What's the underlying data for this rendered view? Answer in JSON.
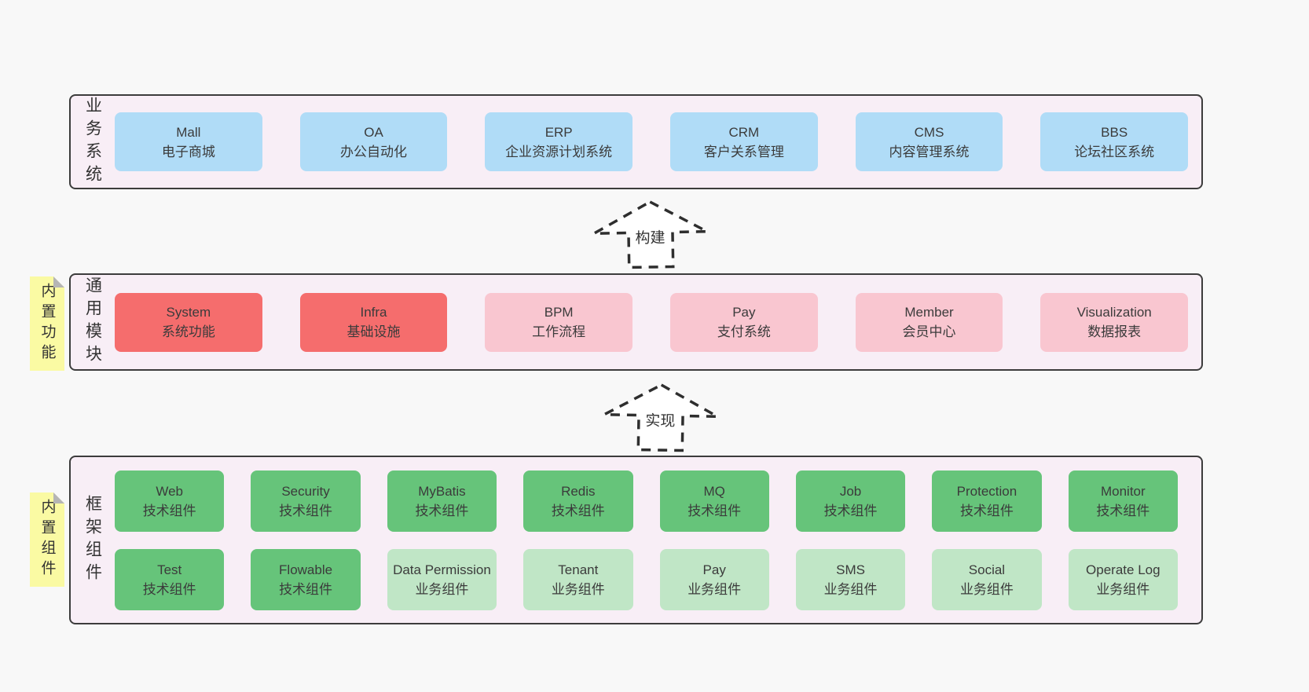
{
  "colors": {
    "page_bg": "#f8f8f8",
    "panel_bg": "#f8eef6",
    "panel_border": "#3c3c3c",
    "blue_box": "#b0dcf7",
    "red_box": "#f56d6d",
    "pink_box": "#f9c6d0",
    "green_box": "#66c47a",
    "green_light_box": "#c0e6c6",
    "note_yellow": "#fafaa3",
    "text": "#3b3b3b"
  },
  "arrows": [
    {
      "label": "构建"
    },
    {
      "label": "实现"
    }
  ],
  "notes": [
    {
      "text": "内置功能"
    },
    {
      "text": "内置组件"
    }
  ],
  "bands": [
    {
      "name": "业务系统",
      "boxes": [
        {
          "title": "Mall",
          "subtitle": "电子商城"
        },
        {
          "title": "OA",
          "subtitle": "办公自动化"
        },
        {
          "title": "ERP",
          "subtitle": "企业资源计划系统"
        },
        {
          "title": "CRM",
          "subtitle": "客户关系管理"
        },
        {
          "title": "CMS",
          "subtitle": "内容管理系统"
        },
        {
          "title": "BBS",
          "subtitle": "论坛社区系统"
        }
      ]
    },
    {
      "name": "通用模块",
      "boxes": [
        {
          "title": "System",
          "subtitle": "系统功能"
        },
        {
          "title": "Infra",
          "subtitle": "基础设施"
        },
        {
          "title": "BPM",
          "subtitle": "工作流程"
        },
        {
          "title": "Pay",
          "subtitle": "支付系统"
        },
        {
          "title": "Member",
          "subtitle": "会员中心"
        },
        {
          "title": "Visualization",
          "subtitle": "数据报表"
        }
      ]
    },
    {
      "name": "框架组件",
      "rows": [
        [
          {
            "title": "Web",
            "subtitle": "技术组件"
          },
          {
            "title": "Security",
            "subtitle": "技术组件"
          },
          {
            "title": "MyBatis",
            "subtitle": "技术组件"
          },
          {
            "title": "Redis",
            "subtitle": "技术组件"
          },
          {
            "title": "MQ",
            "subtitle": "技术组件"
          },
          {
            "title": "Job",
            "subtitle": "技术组件"
          },
          {
            "title": "Protection",
            "subtitle": "技术组件"
          },
          {
            "title": "Monitor",
            "subtitle": "技术组件"
          }
        ],
        [
          {
            "title": "Test",
            "subtitle": "技术组件"
          },
          {
            "title": "Flowable",
            "subtitle": "技术组件"
          },
          {
            "title": "Data Permission",
            "subtitle": "业务组件"
          },
          {
            "title": "Tenant",
            "subtitle": "业务组件"
          },
          {
            "title": "Pay",
            "subtitle": "业务组件"
          },
          {
            "title": "SMS",
            "subtitle": "业务组件"
          },
          {
            "title": "Social",
            "subtitle": "业务组件"
          },
          {
            "title": "Operate Log",
            "subtitle": "业务组件"
          }
        ]
      ]
    }
  ]
}
